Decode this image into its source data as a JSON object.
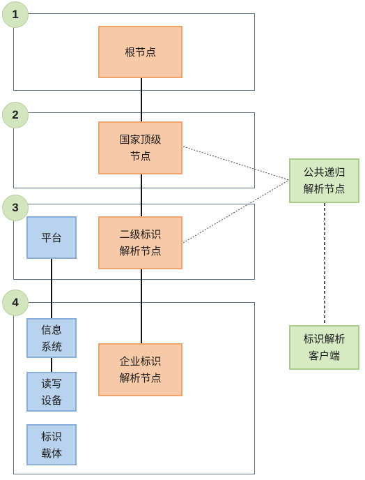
{
  "tiers": [
    {
      "label": "1"
    },
    {
      "label": "2"
    },
    {
      "label": "3"
    },
    {
      "label": "4"
    }
  ],
  "nodes": {
    "root": [
      "根节点"
    ],
    "national_top": [
      "国家顶级",
      "节点"
    ],
    "secondary": [
      "二级标识",
      "解析节点"
    ],
    "enterprise": [
      "企业标识",
      "解析节点"
    ],
    "platform": [
      "平台"
    ],
    "info_system": [
      "信息",
      "系统"
    ],
    "read_write": [
      "读写",
      "设备"
    ],
    "id_carrier": [
      "标识",
      "载体"
    ],
    "public_recursive": [
      "公共递归",
      "解析节点"
    ],
    "client": [
      "标识解析",
      "客户端"
    ]
  },
  "colors": {
    "tier_border": "#5b6f87",
    "badge_fill": "#d3e5bf",
    "orange_fill": "#f8c9a7",
    "blue_fill": "#b9d3ee",
    "green_fill": "#d6eac4"
  }
}
